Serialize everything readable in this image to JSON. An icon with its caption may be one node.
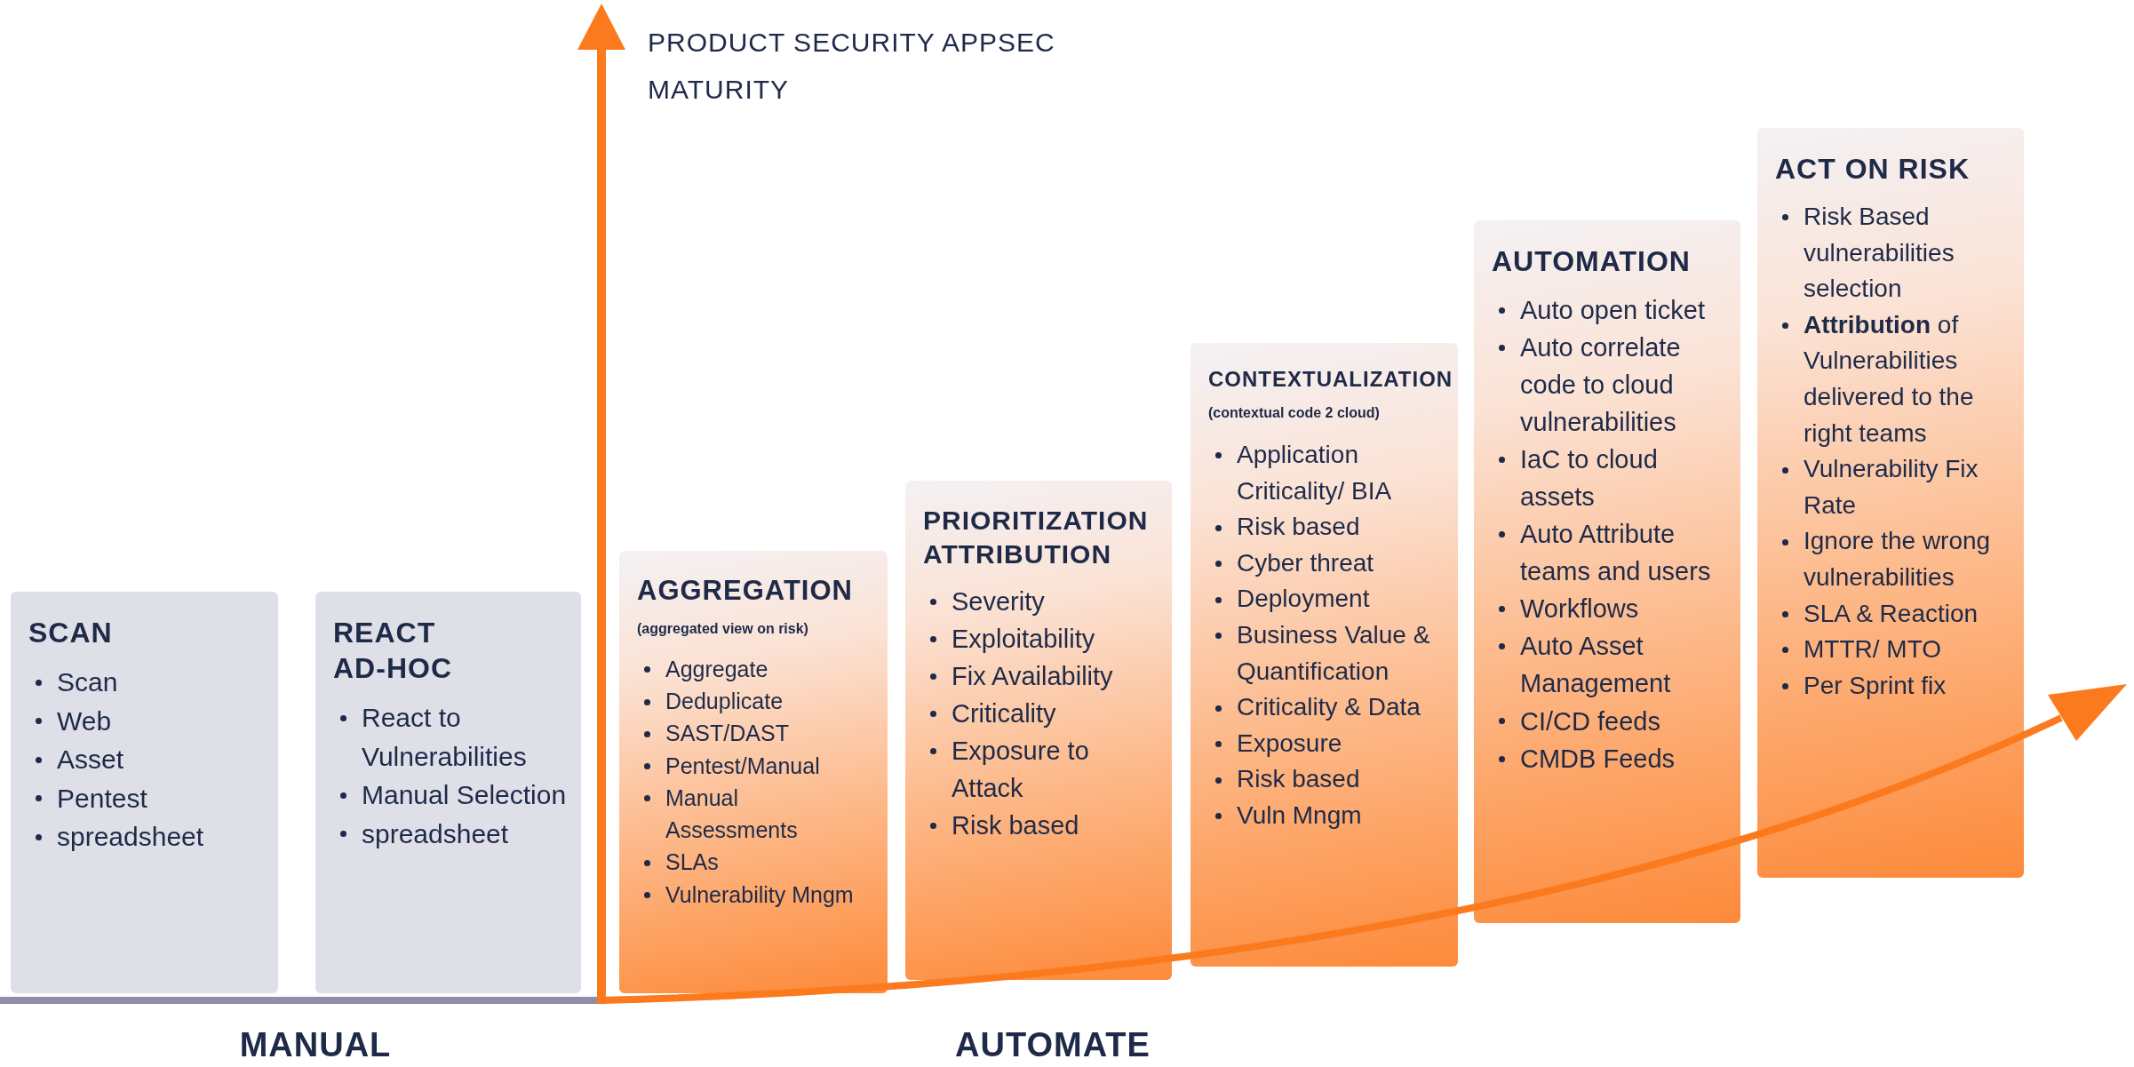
{
  "diagram": {
    "nodes": [
      {
        "text": [
          "SCAN",
          "Scan",
          "Web",
          "Asset",
          "Pentest",
          "spreadsheet"
        ]
      },
      {
        "text": [
          "REACT AD-HOC",
          "React to Vulnerabilities",
          "Manual Selection",
          "spreadsheet"
        ]
      },
      {
        "text": [
          "AGGREGATION",
          "(aggregated view on risk)",
          "Aggregate",
          "Deduplicate",
          "SAST/DAST",
          "Pentest/Manual",
          "Manual Assessments",
          "SLAs",
          "Vulnerability Mngm"
        ]
      },
      {
        "text": [
          "PRIORITIZATION ATTRIBUTION",
          "Severity",
          "Exploitability",
          "Fix Availability",
          "Criticality",
          "Exposure to Attack",
          "Risk based"
        ]
      },
      {
        "text": [
          "CONTEXTUALIZATION",
          "(contextual code 2 cloud)",
          "Application Criticality/ BIA",
          "Risk based",
          "Cyber threat",
          "Deployment",
          "Business Value & Quantification",
          "Criticality & Data",
          "Exposure",
          "Risk based",
          "Vuln Mngm"
        ]
      },
      {
        "text": [
          "AUTOMATION",
          "Auto open ticket",
          "Auto correlate code to cloud vulnerabilities",
          "IaC to cloud assets",
          "Auto Attribute teams and users",
          "Workflows",
          "Auto Asset Management",
          "CI/CD feeds",
          "CMDB Feeds"
        ]
      },
      {
        "text": [
          "ACT ON RISK",
          "Risk Based vulnerabilities selection",
          "**Attribution** of Vulnerabilities delivered to the right teams",
          "Vulnerability Fix Rate",
          "Ignore the wrong vulnerabilities",
          "SLA & Reaction",
          "MTTR/ MTO",
          "Per Sprint fix"
        ]
      }
    ],
    "edges": [],
    "labels": [
      "PRODUCT SECURITY APPSEC MATURITY",
      "MANUAL",
      "AUTOMATE"
    ]
  }
}
